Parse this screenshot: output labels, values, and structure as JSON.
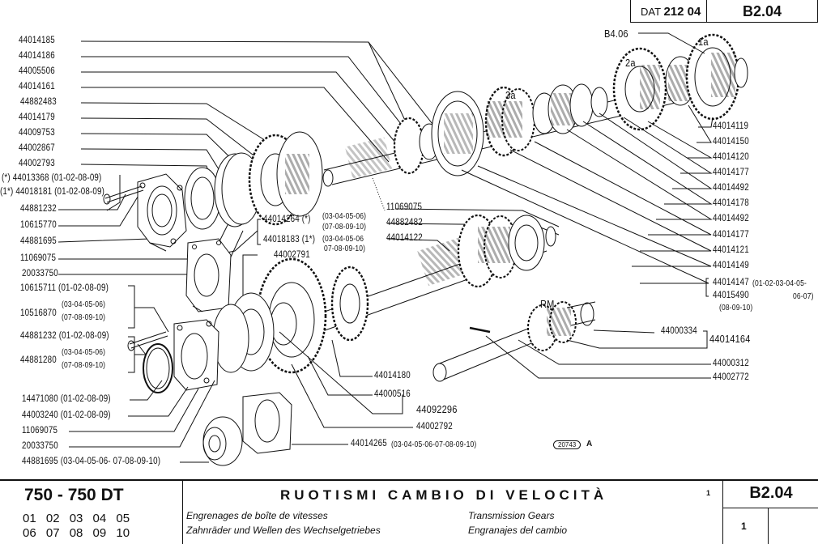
{
  "header": {
    "dat_prefix": "DAT",
    "dat_number": "212 04",
    "page_ref": "B2.04"
  },
  "gear_labels": {
    "first": "1a",
    "second": "2a",
    "third": "3a",
    "reverse": "RM",
    "cross_ref": "B4.06"
  },
  "left_labels": [
    "44014185",
    "44014186",
    "44005506",
    "44014161",
    "44882483",
    "44014179",
    "44009753",
    "44002867",
    "44002793"
  ],
  "left_variant_labels": [
    {
      "mark": "(*)",
      "part": "44013368",
      "variants": "(01-02-08-09)"
    },
    {
      "mark": "(1*)",
      "part": "44018181",
      "variants": "(01-02-08-09)"
    }
  ],
  "left_labels_2": [
    "44881232",
    "10615770",
    "44881695",
    "11069075",
    "20033750"
  ],
  "left_group_3": [
    {
      "part": "10615711",
      "variants": [
        "(01-02-08-09)"
      ]
    },
    {
      "part": "10516870",
      "variants": [
        "(03-04-05-06)",
        "(07-08-09-10)"
      ]
    },
    {
      "part": "44881232",
      "variants": [
        "(01-02-08-09)"
      ]
    },
    {
      "part": "44881280",
      "variants": [
        "(03-04-05-06)",
        "(07-08-09-10)"
      ]
    }
  ],
  "left_bottom": [
    {
      "part": "14471080",
      "variants": "(01-02-08-09)"
    },
    {
      "part": "44003240",
      "variants": "(01-02-08-09)"
    },
    {
      "part": "11069075",
      "variants": ""
    },
    {
      "part": "20033750",
      "variants": ""
    },
    {
      "part": "44881695",
      "variants": "(03-04-05-06- 07-08-09-10)"
    }
  ],
  "center_labels": {
    "p44014264": "44014264 (*)",
    "p44014264_v1": "(03-04-05-06)",
    "p44014264_v2": "(07-08-09-10)",
    "p44018183": "44018183 (1*)",
    "p44018183_v1": "(03-04-05-06",
    "p44018183_v2": "07-08-09-10)",
    "p44002791": "44002791",
    "p11069075": "11069075",
    "p44882482": "44882482",
    "p44014122": "44014122",
    "p44014180": "44014180",
    "p44000516": "44000516",
    "p44092296": "44092296",
    "p44002792": "44002792",
    "p44014265": "44014265",
    "p44014265_v": "(03-04-05-06-07-08-09-10)"
  },
  "right_labels": [
    "44014119",
    "44014150",
    "44014120",
    "44014177",
    "44014492",
    "44014178",
    "44014492",
    "44014177",
    "44014121",
    "44014149"
  ],
  "right_variant": {
    "part_a": "44014147",
    "variants_a": "(01-02-03-04-05-",
    "part_b": "44015490",
    "variants_b": "06-07)",
    "variants_c": "(08-09-10)"
  },
  "reverse_labels": {
    "p44000334": "44000334",
    "p44014164": "44014164",
    "p44000312": "44000312",
    "p44002772": "44002772"
  },
  "stamp": {
    "code": "20743",
    "letter": "A"
  },
  "footer": {
    "model": "750 - 750 DT",
    "variants_row1": "01 02 03 04 05",
    "variants_row2": "06 07 08 09 10",
    "title_it": "RUOTISMI CAMBIO DI VELOCITÀ",
    "title_sup": "1",
    "title_fr": "Engrenages de boîte de vitesses",
    "title_de": "Zahnräder und Wellen des Wechselgetriebes",
    "title_en": "Transmission Gears",
    "title_es": "Engranajes del cambio",
    "ref_code": "B2.04",
    "sheet": "1"
  }
}
